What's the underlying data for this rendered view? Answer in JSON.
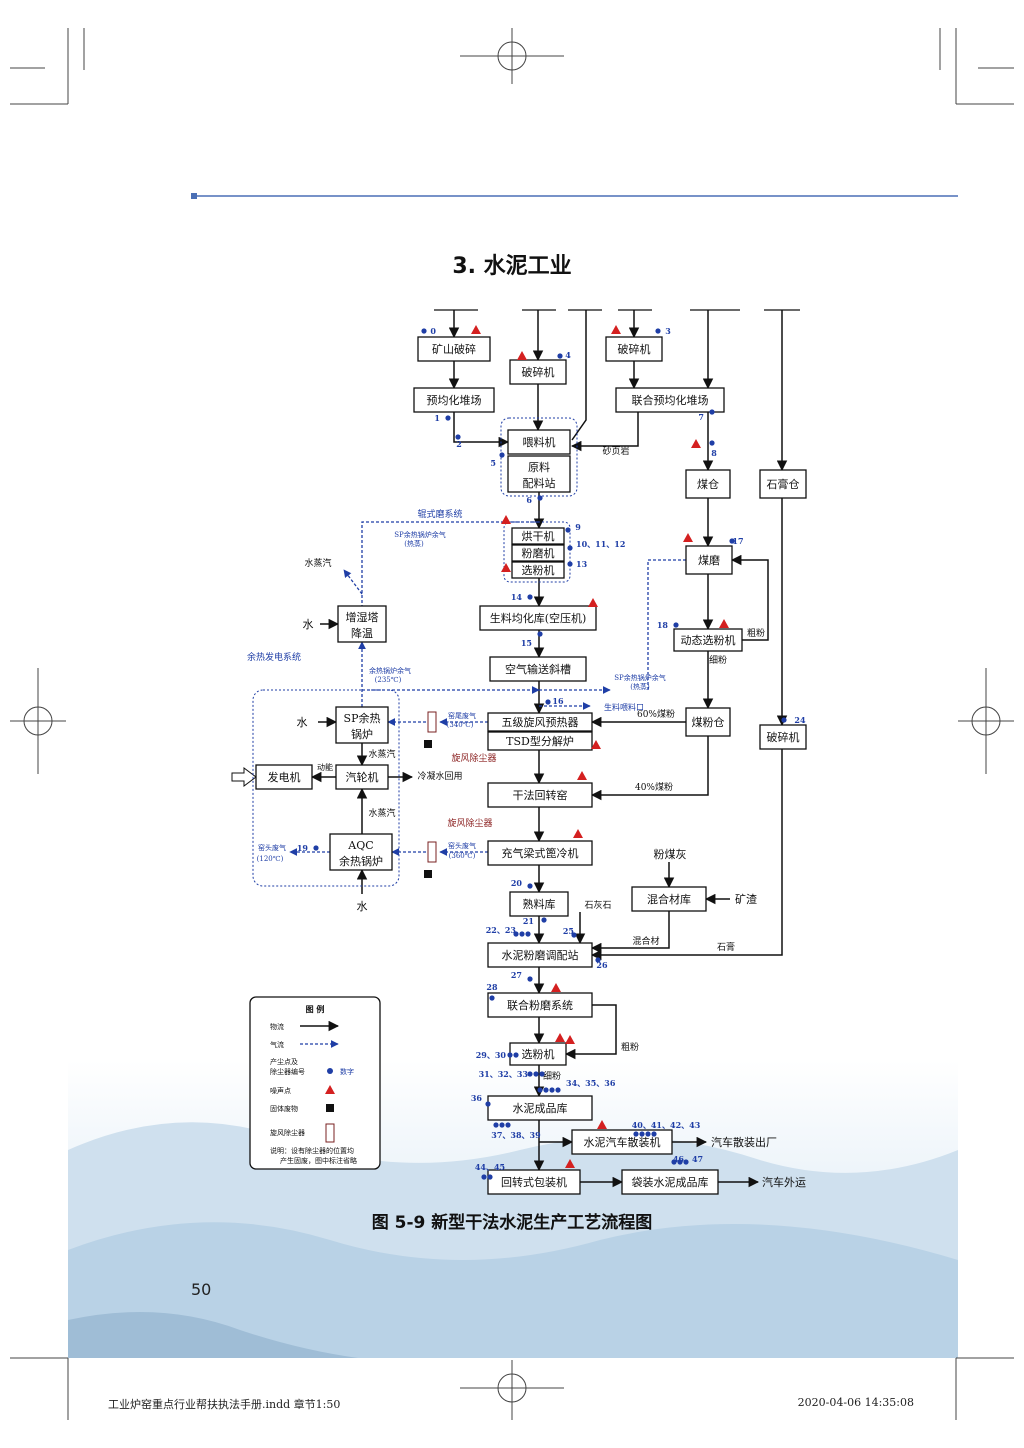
{
  "section_title": "3. 水泥工业",
  "figure_caption": "图 5-9 新型干法水泥生产工艺流程图",
  "page_number": "50",
  "footer": {
    "file": "工业炉窑重点行业帮扶执法手册.indd 章节1:50",
    "timestamp": "2020-04-06 14:35:08"
  },
  "colors": {
    "accent_line": "#4a6fb5",
    "dust_point": "#1f3ea6",
    "noise_point": "#d42020",
    "gas_flow": "#1f3ea6"
  },
  "nodes": {
    "mine_crush": "矿山破碎",
    "crusher_a": "破碎机",
    "crusher_b": "破碎机",
    "prehomog": "预均化堆场",
    "joint_prehomog": "联合预均化堆场",
    "feeder": "喂料机",
    "raw_station_1": "原料",
    "raw_station_2": "配料站",
    "coal_bin": "煤仓",
    "gypsum_bin": "石膏仓",
    "dryer": "烘干机",
    "mill": "粉磨机",
    "separator": "选粉机",
    "coal_mill": "煤磨",
    "dyn_sep": "动态选粉机",
    "coal_powder_bin": "煤粉仓",
    "gypsum_crusher": "破碎机",
    "raw_homog": "生料均化库(空压机)",
    "air_slide": "空气输送斜槽",
    "preheater": "五级旋风预热器",
    "calciner": "TSD型分解炉",
    "kiln": "干法回转窑",
    "cooler": "充气梁式篦冷机",
    "humid_tower_1": "增湿塔",
    "humid_tower_2": "降温",
    "sp_boiler_1": "SP余热",
    "sp_boiler_2": "锅炉",
    "turbine": "汽轮机",
    "generator": "发电机",
    "aqc_1": "AQC",
    "aqc_2": "余热锅炉",
    "clinker": "熟料库",
    "mixed_store": "混合材库",
    "cement_station": "水泥粉磨调配站",
    "joint_grind": "联合粉磨系统",
    "sep2": "选粉机",
    "cement_store": "水泥成品库",
    "bulk_loader": "水泥汽车散装机",
    "packer": "回转式包装机",
    "bag_store": "袋装水泥成品库"
  },
  "labels": {
    "shale": "砂页岩",
    "roller_mill": "辊式磨系统",
    "sp_gas": "SP余热锅炉余气",
    "hot_steam": "(热蒸)",
    "water_vapor": "水蒸汽",
    "water": "水",
    "waste_heat_sys": "余热发电系统",
    "boiler_gas": "余热锅炉余气",
    "t235": "(235℃)",
    "sp_gas_right": "SP余热锅炉余气",
    "hot_right": "(热蒸)",
    "raw_feed": "生料喂料口",
    "kiln_tail_gas": "窑尾废气",
    "t340": "(340℃)",
    "cyclone_dust": "旋风除尘器",
    "steam_v": "水蒸汽",
    "power": "动能",
    "condensate": "冷凝水回用",
    "steam_v2": "水蒸汽",
    "kiln_head_gas": "窑头废气",
    "t120": "(120℃)",
    "kiln_head_gas2": "窑头废气",
    "t360": "(360℃)",
    "cyclone_dust2": "旋风除尘器",
    "coal_60": "60%煤粉",
    "coal_40": "40%煤粉",
    "coarse": "粗粉",
    "fine": "细粉",
    "flyash": "粉煤灰",
    "slag": "矿渣",
    "limestone": "石灰石",
    "mixed_mat": "混合材",
    "gypsum": "石膏",
    "coarse2": "粗粉",
    "fine2": "细粉",
    "truck_bulk": "汽车散装出厂",
    "truck_out": "汽车外运"
  },
  "point_numbers": {
    "n0": "0",
    "n1": "1",
    "n2": "2",
    "n3": "3",
    "n4": "4",
    "n5": "5",
    "n6": "6",
    "n7": "7",
    "n8": "8",
    "n9": "9",
    "n10": "10、11、12",
    "n13": "13",
    "n14": "14",
    "n15": "15",
    "n16": "16",
    "n17": "17",
    "n18": "18",
    "n19": "19",
    "n20": "20",
    "n21": "21",
    "n22": "22、23",
    "n24": "24",
    "n25": "25",
    "n26": "26",
    "n27": "27",
    "n28": "28",
    "n29": "29、30",
    "n31": "31、32、33",
    "n34": "34、35、36",
    "n36": "36",
    "n37": "37、38、39",
    "n40": "40、41、42、43",
    "n44": "44、45",
    "n46": "46、47"
  },
  "legend": {
    "title": "图 例",
    "material_flow": "物流",
    "gas_flow": "气流",
    "dust_point_1": "产尘点及",
    "dust_point_2": "除尘器编号",
    "dust_point_value": "数字",
    "noise_point": "噪声点",
    "solid_waste": "固体废物",
    "cyclone": "旋风除尘器",
    "note_1": "说明：设有除尘器的位置均",
    "note_2": "产生固废，图中标注省略"
  }
}
